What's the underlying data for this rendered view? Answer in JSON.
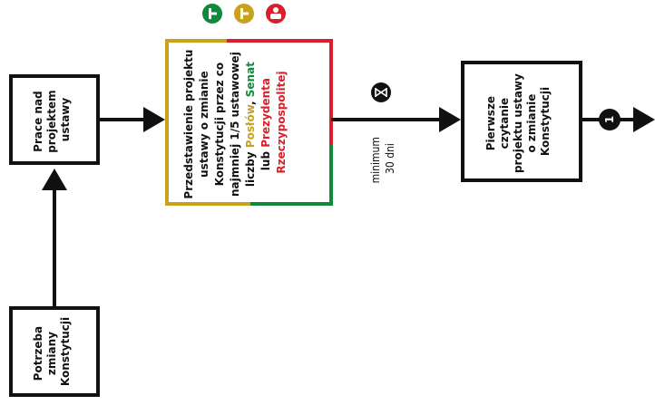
{
  "colors": {
    "line": "#111111",
    "green": "#0f8a3a",
    "gold": "#c9a11a",
    "red": "#d81f2a",
    "background": "#ffffff"
  },
  "boxes": {
    "need": {
      "lines": [
        "Potrzeba",
        "zmiany",
        "Konstytucji"
      ]
    },
    "work": {
      "lines": [
        "Prace nad",
        "projektem",
        "ustawy"
      ]
    },
    "submit": {
      "line1": "Przedstawienie projektu",
      "line2": "ustawy o zmianie",
      "line3": "Konstytucji przez co",
      "line4": "najmniej 1/5 ustawowej",
      "line5_prefix": "liczby ",
      "poslow": "Posłów",
      "comma": ", ",
      "senat": "Senat",
      "line6_prefix": "lub ",
      "prezydenta": "Prezydenta",
      "line7": "Rzeczypospolitej"
    },
    "reading": {
      "lines": [
        "Pierwsze",
        "czytanie",
        "projektu ustawy",
        "o zmianie",
        "Konstytucji"
      ]
    }
  },
  "timing": {
    "line1": "minimum",
    "line2": "30 dni"
  },
  "step_badge": "1",
  "icons": [
    "green-person-icon",
    "gold-person-icon",
    "red-person-icon",
    "hourglass-icon"
  ]
}
